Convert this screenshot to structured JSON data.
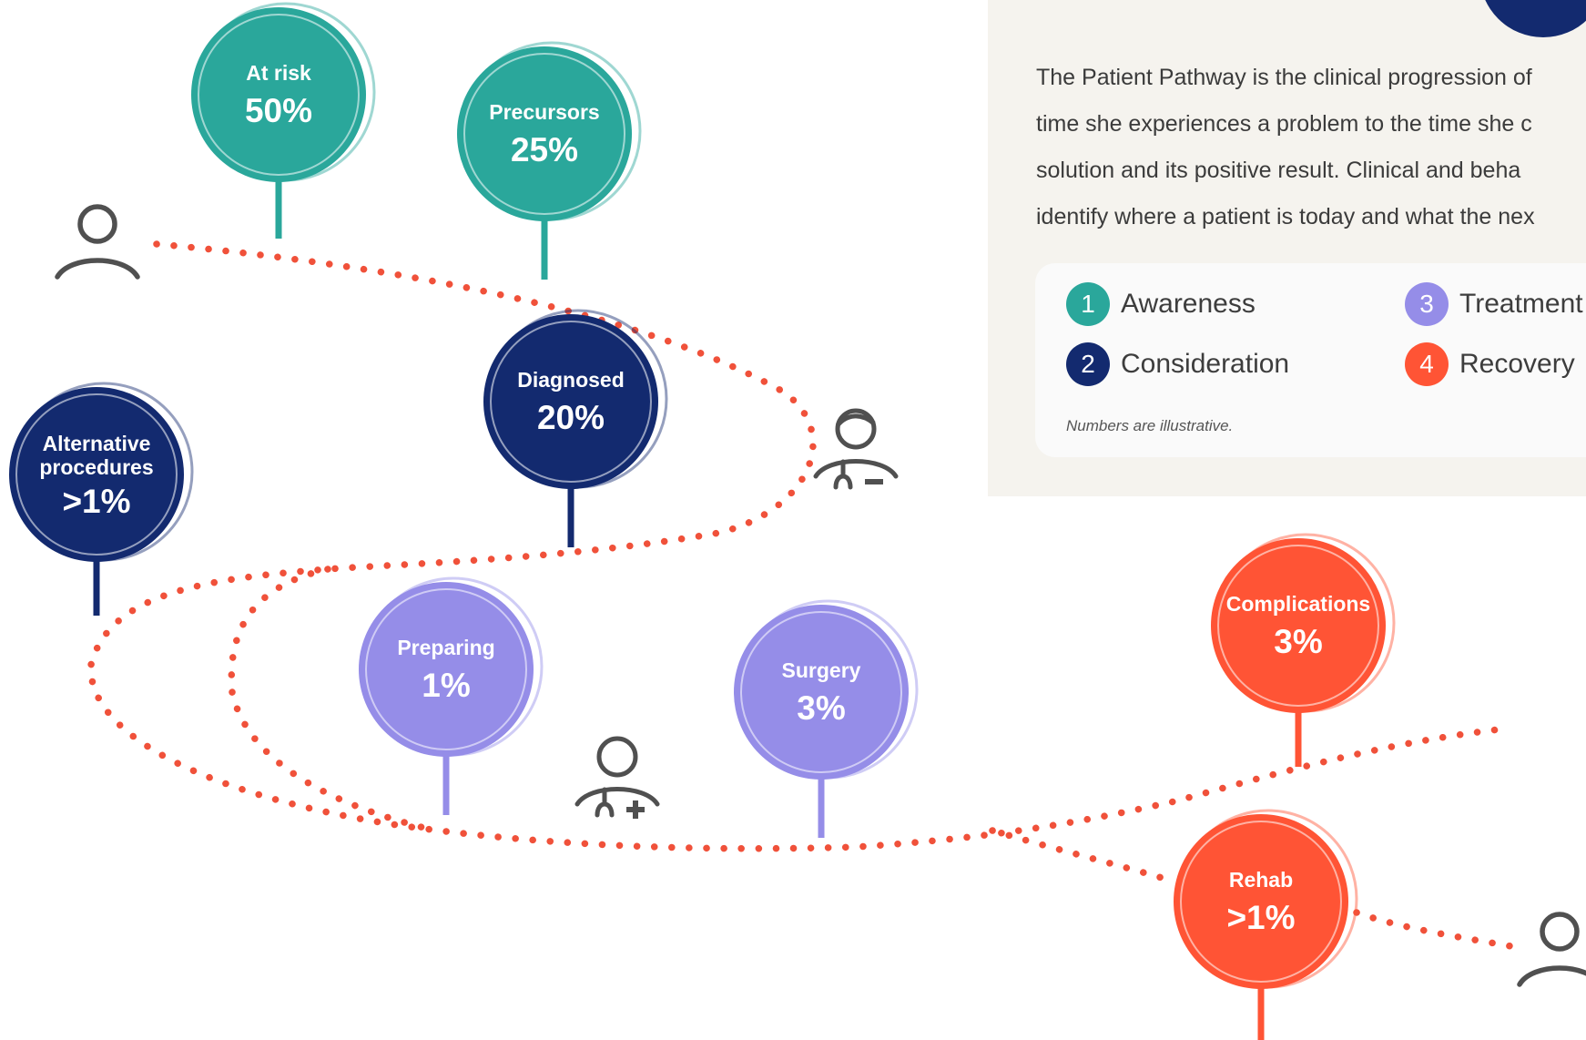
{
  "colors": {
    "awareness": "#2aa79b",
    "consideration": "#132a6f",
    "treatment": "#958de8",
    "recovery": "#ff5435",
    "path_dots": "#f0513a",
    "person_icon": "#505050"
  },
  "panel": {
    "description_lines": [
      "The Patient Pathway is the clinical progression of",
      "time she experiences a problem to the time she c",
      "solution and its positive result. Clinical and beha",
      "identify where a patient is today and what the nex"
    ],
    "legend": [
      {
        "num": "1",
        "label": "Awareness"
      },
      {
        "num": "2",
        "label": "Consideration"
      },
      {
        "num": "3",
        "label": "Treatment"
      },
      {
        "num": "4",
        "label": "Recovery"
      }
    ],
    "note": "Numbers are illustrative."
  },
  "stages": [
    {
      "label": "At risk",
      "value": "50%",
      "stage": "awareness"
    },
    {
      "label": "Precursors",
      "value": "25%",
      "stage": "awareness"
    },
    {
      "label": "Diagnosed",
      "value": "20%",
      "stage": "consideration"
    },
    {
      "label": "Alternative procedures",
      "value": ">1%",
      "stage": "consideration"
    },
    {
      "label": "Preparing",
      "value": "1%",
      "stage": "treatment"
    },
    {
      "label": "Surgery",
      "value": "3%",
      "stage": "treatment"
    },
    {
      "label": "Complications",
      "value": "3%",
      "stage": "recovery"
    },
    {
      "label": "Rehab",
      "value": ">1%",
      "stage": "recovery"
    }
  ],
  "icons": [
    "person-icon",
    "doctor-minus-icon",
    "doctor-plus-icon",
    "person-icon"
  ]
}
